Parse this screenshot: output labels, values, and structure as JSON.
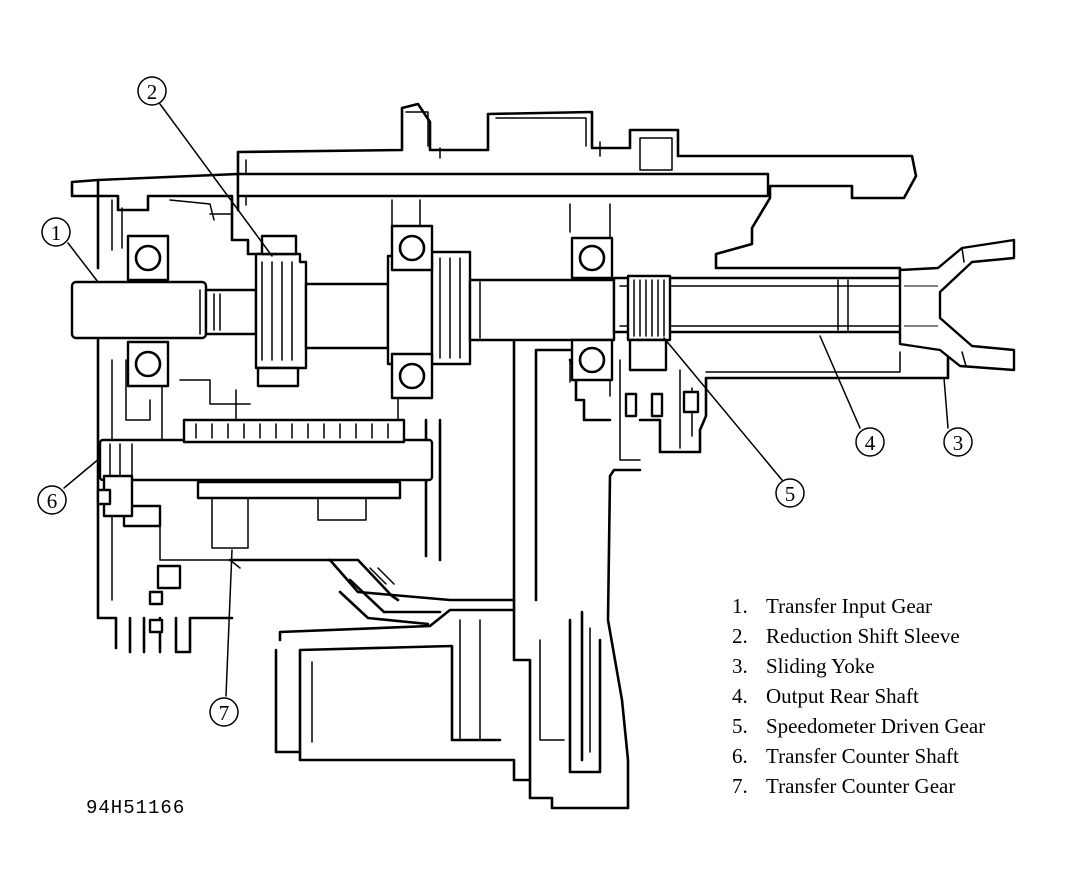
{
  "figure_id": "94H51166",
  "callouts": [
    {
      "number": "1"
    },
    {
      "number": "2"
    },
    {
      "number": "3"
    },
    {
      "number": "4"
    },
    {
      "number": "5"
    },
    {
      "number": "6"
    },
    {
      "number": "7"
    }
  ],
  "legend": [
    {
      "number": "1.",
      "label": "Transfer Input Gear"
    },
    {
      "number": "2.",
      "label": "Reduction Shift Sleeve"
    },
    {
      "number": "3.",
      "label": "Sliding Yoke"
    },
    {
      "number": "4.",
      "label": "Output Rear Shaft"
    },
    {
      "number": "5.",
      "label": "Speedometer Driven Gear"
    },
    {
      "number": "6.",
      "label": "Transfer Counter Shaft"
    },
    {
      "number": "7.",
      "label": "Transfer Counter Gear"
    }
  ]
}
